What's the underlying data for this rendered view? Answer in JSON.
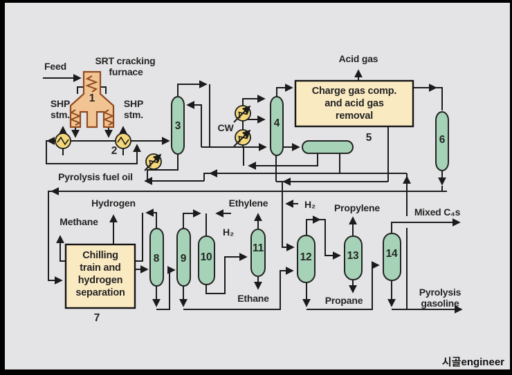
{
  "diagram": {
    "labels": {
      "feed": "Feed",
      "srt_furnace_1": "SRT cracking",
      "srt_furnace_2": "furnace",
      "shp": "SHP",
      "stm": "stm.",
      "pyrolysis_fuel_oil": "Pyrolysis fuel oil",
      "cw": "CW",
      "acid_gas": "Acid gas",
      "charge_box_1": "Charge gas comp.",
      "charge_box_2": "and acid gas",
      "charge_box_3": "removal",
      "hydrogen": "Hydrogen",
      "methane": "Methane",
      "chill_box_1": "Chilling",
      "chill_box_2": "train and",
      "chill_box_3": "hydrogen",
      "chill_box_4": "separation",
      "h2": "H₂",
      "ethylene": "Ethylene",
      "ethane": "Ethane",
      "propylene": "Propylene",
      "propane": "Propane",
      "mixed_c4s": "Mixed C₄s",
      "pyrolysis_gasoline_1": "Pyrolysis",
      "pyrolysis_gasoline_2": "gasoline"
    },
    "equipment_numbers": {
      "n1": "1",
      "n2": "2",
      "n3": "3",
      "n4": "4",
      "n5": "5",
      "n6": "6",
      "n7": "7",
      "n8": "8",
      "n9": "9",
      "n10": "10",
      "n11": "11",
      "n12": "12",
      "n13": "13",
      "n14": "14"
    },
    "colors": {
      "background": "#e4e4e6",
      "frame": "#000000",
      "line": "#1b1b1b",
      "vessel_fill": "#a6d3b8",
      "box_fill": "#faeac2",
      "furnace_fill": "#f3c493",
      "furnace_stroke": "#8f4a1f",
      "exchanger_fill": "#f6d87c",
      "text": "#242424"
    },
    "watermark": "시골engineer"
  }
}
